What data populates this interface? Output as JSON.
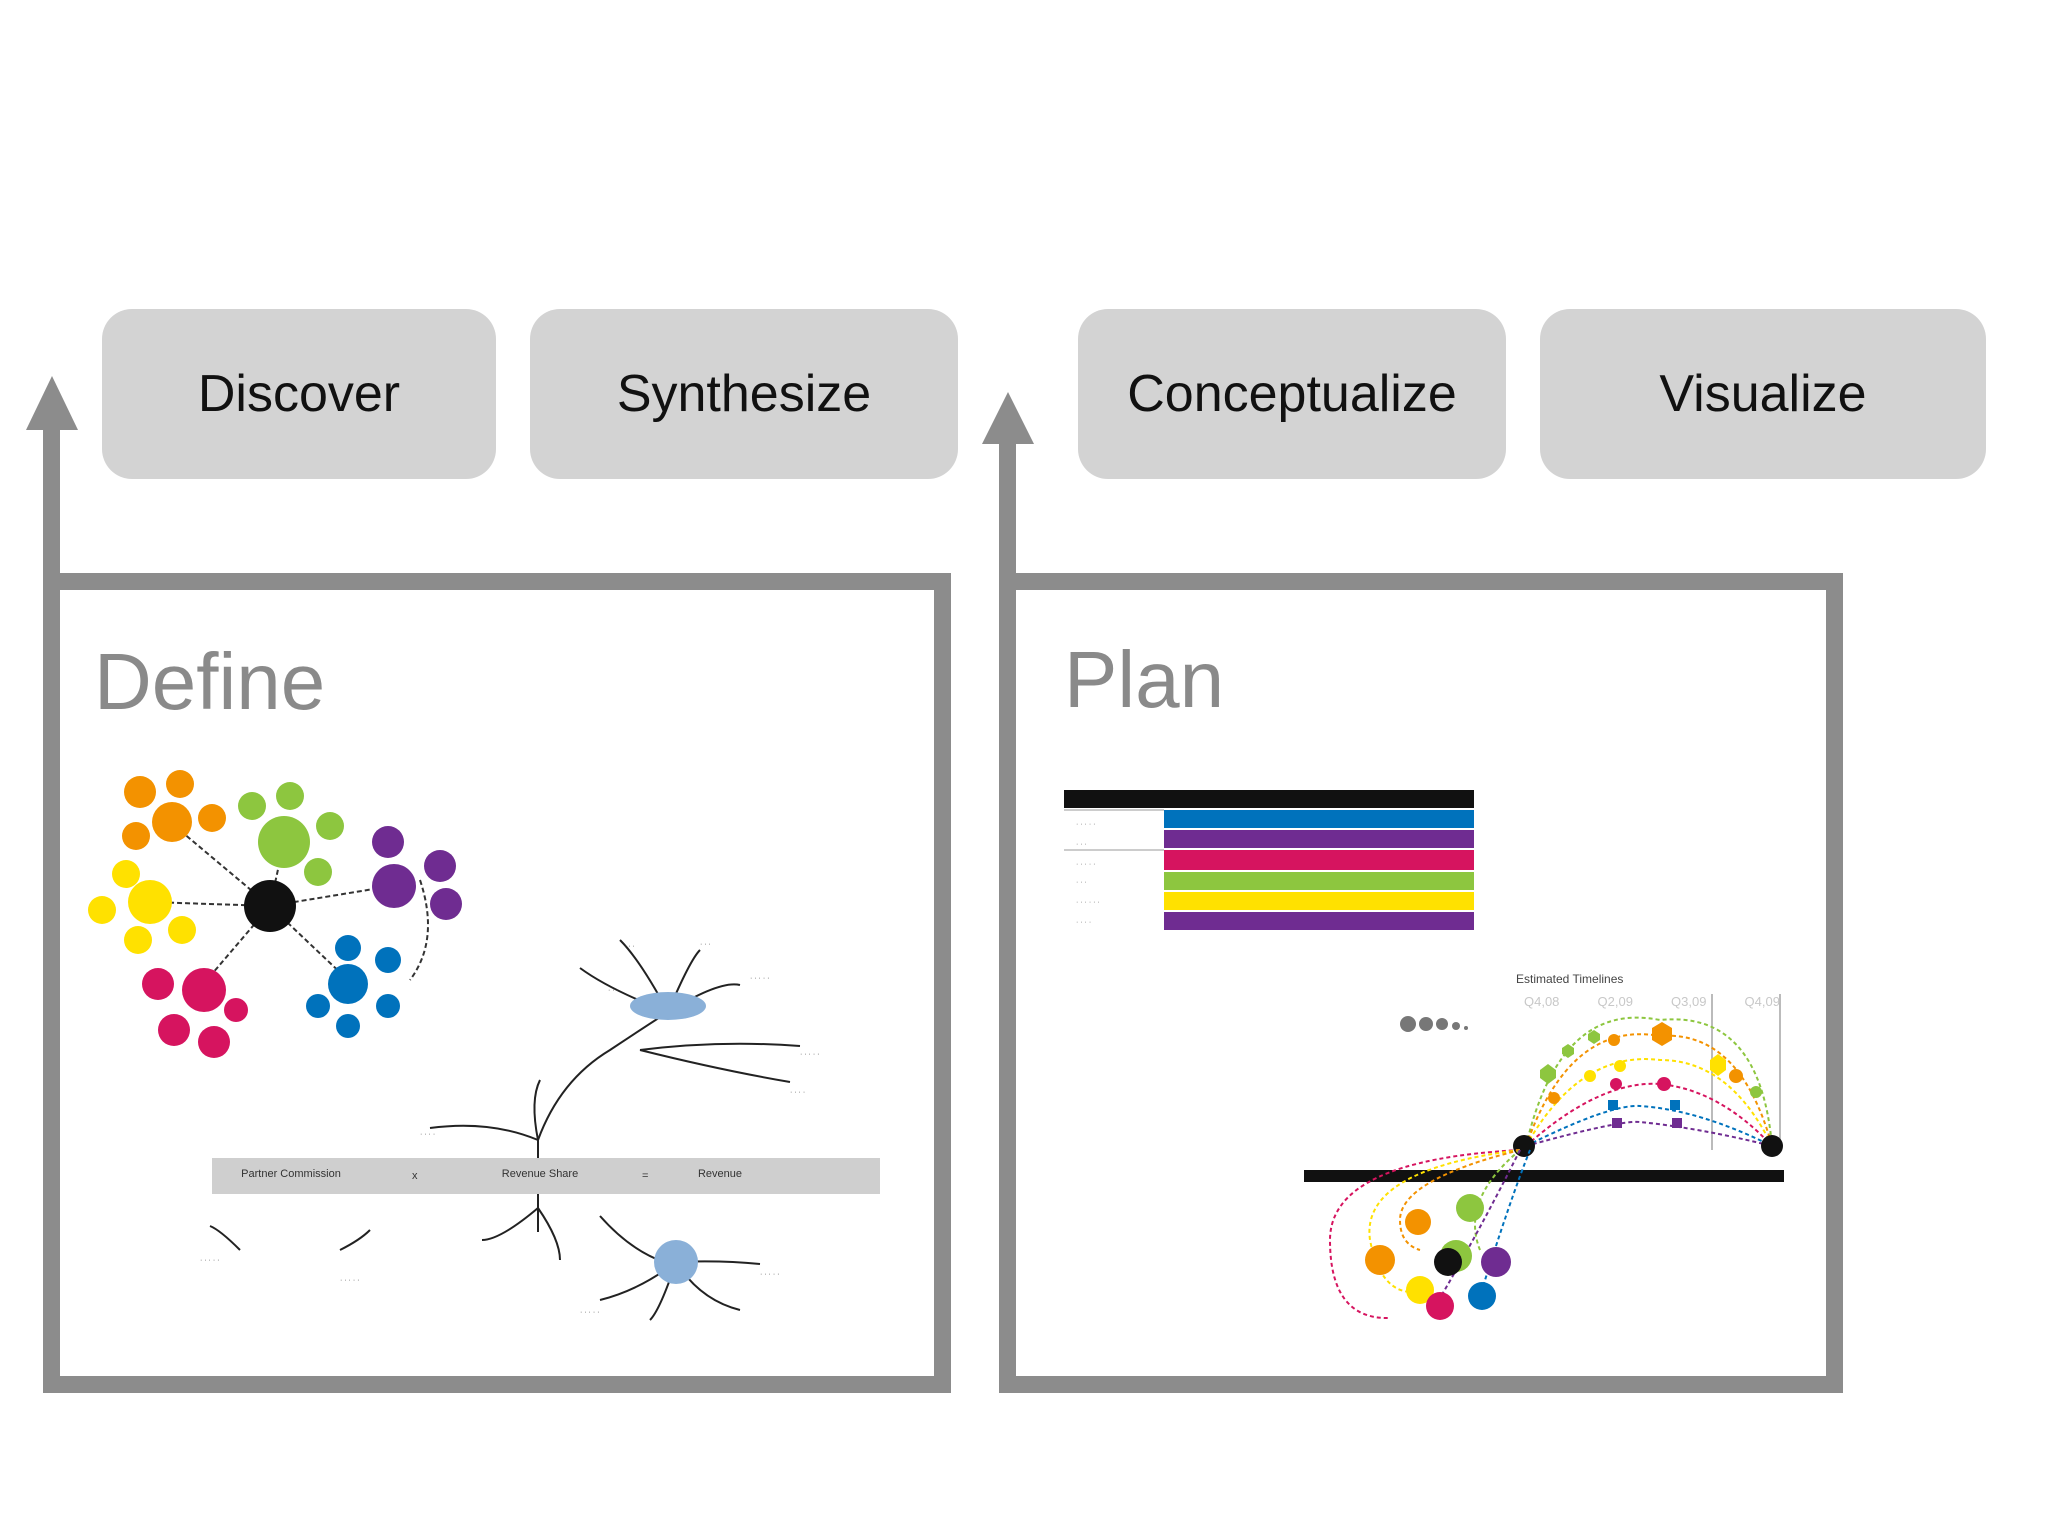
{
  "stages": [
    "Discover",
    "Synthesize",
    "Conceptualize",
    "Visualize"
  ],
  "phases": {
    "define": "Define",
    "plan": "Plan"
  },
  "define_chart": {
    "bar": {
      "left": "Partner Commission",
      "op1": "x",
      "middle": "Revenue Share",
      "op2": "=",
      "right": "Revenue"
    }
  },
  "plan_chart": {
    "timeline_title": "Estimated Timelines",
    "quarters": [
      "Q4,08",
      "Q2,09",
      "Q3,09",
      "Q4,09"
    ]
  },
  "colors": {
    "box": "#d3d3d3",
    "frame": "#8c8c8c",
    "title": "#8a8a8a",
    "orange": "#f39200",
    "yellow": "#ffe100",
    "green": "#8dc63f",
    "purple": "#6f2c91",
    "magenta": "#d6145f",
    "blue": "#0072bc"
  }
}
